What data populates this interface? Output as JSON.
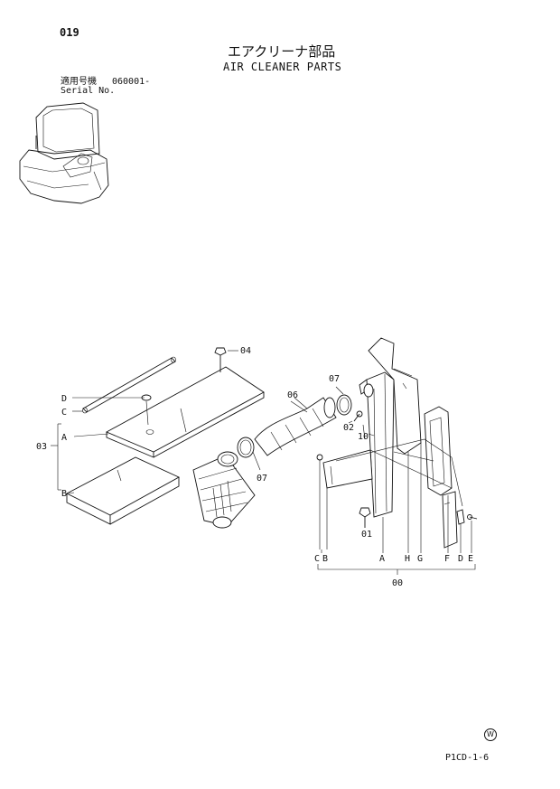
{
  "header": {
    "page_number": "019",
    "title_jp": "エアクリーナ部品",
    "title_en": "AIR CLEANER PARTS",
    "serial_label_jp": "適用号機",
    "serial_value": "060001-",
    "serial_label_en": "Serial No."
  },
  "callouts": {
    "p00": "00",
    "p01": "01",
    "p02": "02",
    "p03": "03",
    "p04": "04",
    "p06": "06",
    "p07a": "07",
    "p07b": "07",
    "p10": "10"
  },
  "letters_left": {
    "d": "D",
    "c": "C",
    "a": "A",
    "b": "B"
  },
  "letters_bottom": {
    "c": "C",
    "b": "B",
    "a": "A",
    "h": "H",
    "g": "G",
    "f": "F",
    "d": "D",
    "e": "E"
  },
  "footer": {
    "w_mark": "W",
    "doc_code": "P1CD-1-6"
  }
}
